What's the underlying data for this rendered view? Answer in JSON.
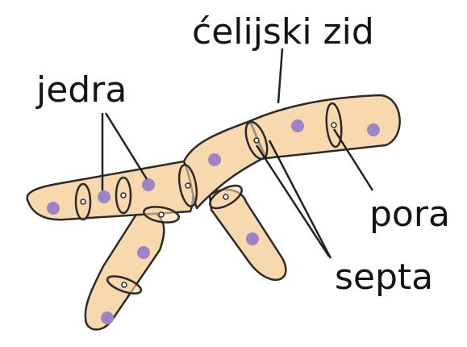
{
  "labels": {
    "cell_wall": "ćelijski zid",
    "nuclei": "jedra",
    "pore": "pora",
    "septa": "septa"
  },
  "colors": {
    "cell_fill": "#f8d9ae",
    "cell_outline": "#2a2a2a",
    "nucleus": "#9d84c8",
    "leader_line": "#222222",
    "background": "#ffffff"
  }
}
